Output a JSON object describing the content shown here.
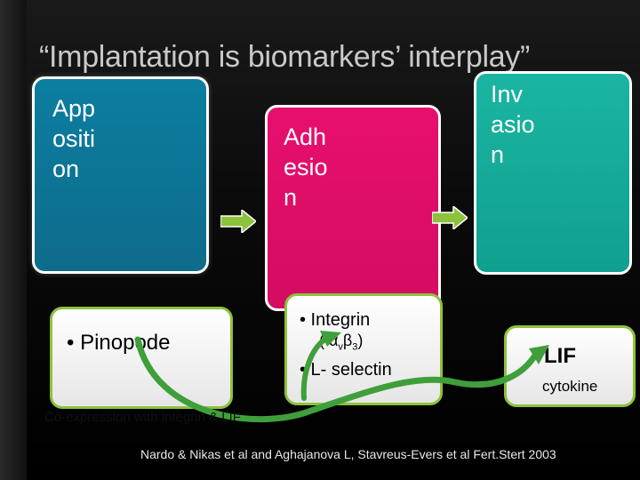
{
  "slide": {
    "title": "“Implantation is biomarkers’ interplay”",
    "stages": [
      {
        "lines": [
          "App",
          "ositi",
          "on"
        ],
        "color": "#0e7c9e"
      },
      {
        "lines": [
          "Adh",
          "esio",
          "n"
        ],
        "color": "#e30f6c"
      },
      {
        "lines": [
          "Inv",
          "asio",
          "n"
        ],
        "color": "#17ad9b"
      }
    ],
    "markers": {
      "pinopode": "• Pinopode",
      "integrin_bullet": "• Integrin",
      "integrin_formula_open": "( α",
      "integrin_sub_v": "v",
      "integrin_beta": "β",
      "integrin_sub_3": "3",
      "integrin_close": ")",
      "lselectin": "• L- selectin",
      "lif": "LIF",
      "lif_sub": "cytokine"
    },
    "co_expression_note": "Co-expression with integrin & LIF",
    "citation": "Nardo & Nikas et al and Aghajanova L, Stavreus-Evers et al  Fert.Stert 2003",
    "colors": {
      "arrow_fill": "#8dc23b",
      "curve_arrow": "#3f9f3a",
      "box_border": "#8dc23b"
    },
    "icons": [
      "right-arrow-icon",
      "curved-arrow-icon"
    ]
  }
}
